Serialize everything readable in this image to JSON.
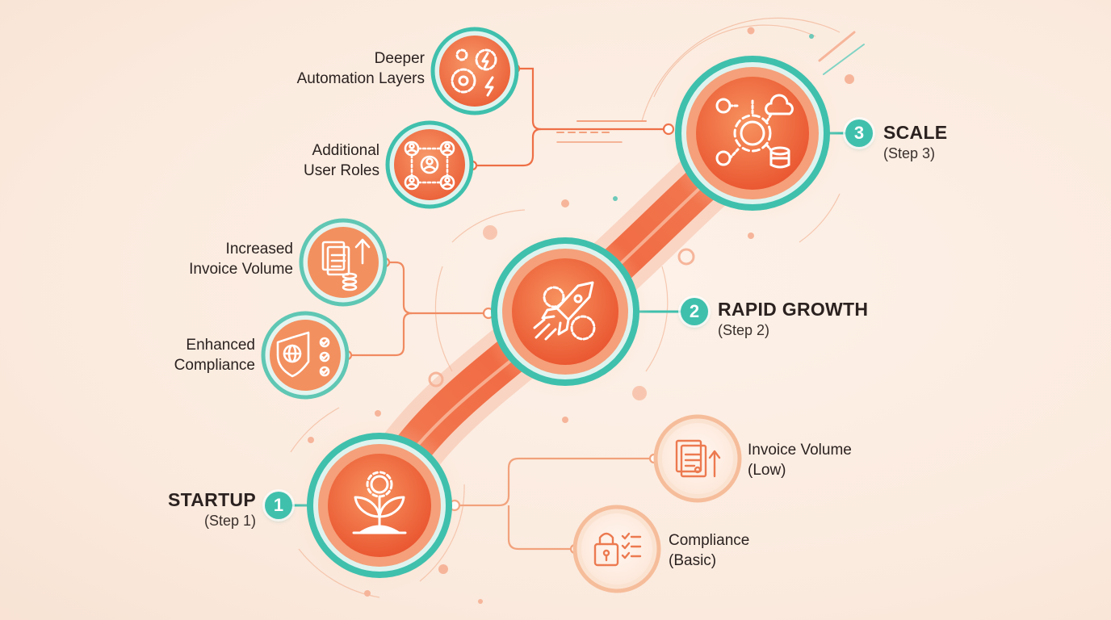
{
  "colors": {
    "accent_orange": "#f0643c",
    "light_orange": "#f5a275",
    "teal": "#3fc0ad",
    "background": "#fbebdf",
    "text": "#2b2220"
  },
  "stages": [
    {
      "number": "1",
      "title": "STARTUP",
      "subtitle": "(Step 1)",
      "icon": "plant-gear-icon"
    },
    {
      "number": "2",
      "title": "RAPID GROWTH",
      "subtitle": "(Step 2)",
      "icon": "rocket-gears-icon"
    },
    {
      "number": "3",
      "title": "SCALE",
      "subtitle": "(Step 3)",
      "icon": "network-cloud-database-icon"
    }
  ],
  "features": {
    "startup": [
      {
        "line1": "Invoice Volume",
        "line2": "(Low)",
        "icon": "invoice-stack-arrow-icon"
      },
      {
        "line1": "Compliance",
        "line2": "(Basic)",
        "icon": "padlock-checklist-icon"
      }
    ],
    "growth": [
      {
        "line1": "Increased",
        "line2": "Invoice Volume",
        "icon": "invoices-coins-arrow-icon"
      },
      {
        "line1": "Enhanced",
        "line2": "Compliance",
        "icon": "shield-globe-checklist-icon"
      }
    ],
    "scale": [
      {
        "line1": "Deeper",
        "line2": "Automation Layers",
        "icon": "gears-lightning-icon"
      },
      {
        "line1": "Additional",
        "line2": "User Roles",
        "icon": "user-network-icon"
      }
    ]
  }
}
